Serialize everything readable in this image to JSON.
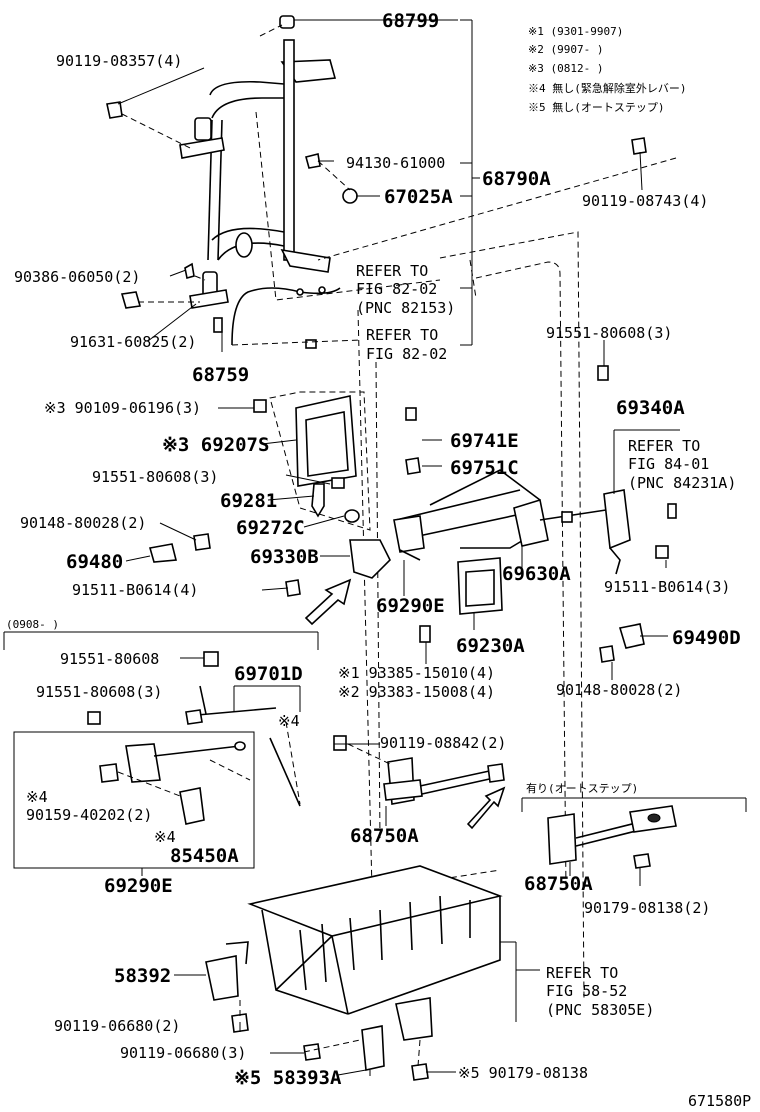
{
  "notes": {
    "n1": "※1 (9301-9907)",
    "n2": "※2 (9907-    )",
    "n3": "※3 (0812-    )",
    "n4": "※4 無し(緊急解除室外レバー)",
    "n5": "※5 無し(オートステップ)"
  },
  "labels": {
    "p68799": "68799",
    "p90119_08357": "90119-08357(4)",
    "p94130": "94130-61000",
    "p68790A": "68790A",
    "p67025A": "67025A",
    "p90119_08743": "90119-08743(4)",
    "p90386": "90386-06050(2)",
    "ref1a": "REFER TO",
    "ref1b": "FIG 82-02",
    "ref1c": "(PNC 82153)",
    "p91631": "91631-60825(2)",
    "ref2a": "REFER TO",
    "ref2b": "FIG 82-02",
    "p68759": "68759",
    "p91551_a": "91551-80608(3)",
    "p90109": "※3 90109-06196(3)",
    "p69207S": "※3 69207S",
    "p69741E": "69741E",
    "p69340A": "69340A",
    "ref3a": "REFER TO",
    "ref3b": "FIG 84-01",
    "ref3c": "(PNC 84231A)",
    "p69751C": "69751C",
    "p91551_b": "91551-80608(3)",
    "p69281": "69281",
    "p90148_a": "90148-80028(2)",
    "p69272C": "69272C",
    "p69480": "69480",
    "p69330B": "69330B",
    "p69630A": "69630A",
    "p91511_a": "91511-B0614(4)",
    "p91511_b": "91511-B0614(3)",
    "p69290E_a": "69290E",
    "p0908": "(0908-    )",
    "p69230A": "69230A",
    "p69490D": "69490D",
    "p91551_c": "91551-80608",
    "p69701D": "69701D",
    "p93385": "※1 93385-15010(4)",
    "p93383": "※2 93383-15008(4)",
    "p90148_b": "90148-80028(2)",
    "p91551_d": "91551-80608(3)",
    "star4a": "※4",
    "p90119_08842": "90119-08842(2)",
    "star4b": "※4",
    "p90159": "90159-40202(2)",
    "star4c": "※4",
    "p85450A": "85450A",
    "ariLabel": "有り(オートステップ)",
    "p68750A_a": "68750A",
    "p68750A_b": "68750A",
    "p69290E_b": "69290E",
    "p90179_2": "90179-08138(2)",
    "p58392": "58392",
    "ref4a": "REFER TO",
    "ref4b": "FIG 58-52",
    "ref4c": "(PNC 58305E)",
    "p90119_06680_2": "90119-06680(2)",
    "p90119_06680_3": "90119-06680(3)",
    "p58393A": "※5 58393A",
    "p90179_5": "※5 90179-08138",
    "code": "671580P"
  }
}
